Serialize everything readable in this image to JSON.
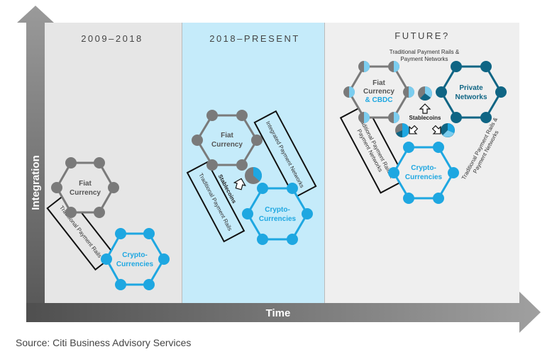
{
  "axes": {
    "y_label": "Integration",
    "x_label": "Time"
  },
  "periods": [
    {
      "label": "2009–2018"
    },
    {
      "label": "2018–PRESENT"
    },
    {
      "label": "FUTURE?"
    }
  ],
  "period1": {
    "fiat": [
      "Fiat",
      "Currency"
    ],
    "crypto": [
      "Crypto-",
      "Currencies"
    ],
    "rails": "Traditional Payment Rails"
  },
  "period2": {
    "fiat": [
      "Fiat",
      "Currency"
    ],
    "crypto": [
      "Crypto-",
      "Currencies"
    ],
    "rails": "Traditional Payment Rails",
    "integrated": "Integrated Payment Networks",
    "stablecoins": "Stablecoins"
  },
  "period3": {
    "fiat": [
      "Fiat",
      "Currency",
      "& CBDC"
    ],
    "private": [
      "Private",
      "Networks"
    ],
    "crypto": [
      "Crypto-",
      "Currencies"
    ],
    "top_rails": [
      "Traditional Payment Rails &",
      "Payment Networks"
    ],
    "left_rails": [
      "Traditional Payment Rails &",
      "Payment Networks"
    ],
    "right_rails": [
      "Traditional Payment Rails &",
      "Payment Networks"
    ],
    "stablecoins": "Stablecoins"
  },
  "source": "Source: Citi Business Advisory Services",
  "colors": {
    "gray": "#7a7a7a",
    "blue": "#1ea7e1",
    "dark_blue": "#0f6584",
    "panel_gray": "#e6e6e6",
    "panel_blue": "#c5ebfa",
    "panel_light": "#efefef",
    "axis": "#6b6b6b"
  }
}
